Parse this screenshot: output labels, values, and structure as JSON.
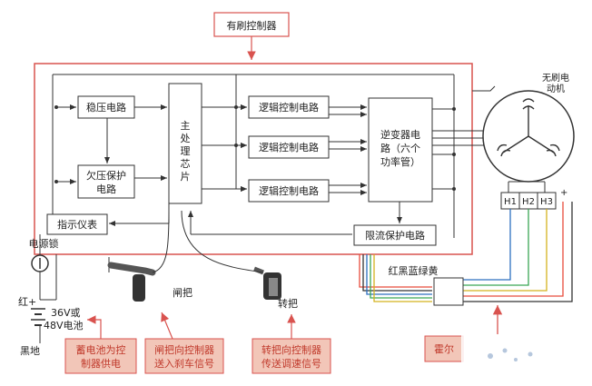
{
  "title": "有刷控制器",
  "blocks": {
    "regulator": "稳压电路",
    "undervoltage_line1": "欠压保护",
    "undervoltage_line2": "电路",
    "main_chip_chars": [
      "主",
      "处",
      "理",
      "芯",
      "片"
    ],
    "logic1": "逻辑控制电路",
    "logic2": "逻辑控制电路",
    "logic3": "逻辑控制电路",
    "inverter_line1": "逆变器电",
    "inverter_line2": "路（六个",
    "inverter_line3": "功率管）",
    "current_limit": "限流保护电路",
    "indicator": "指示仪表"
  },
  "motor": {
    "line1": "无刷电",
    "line2": "动机"
  },
  "hall": {
    "h1": "H1",
    "h2": "H2",
    "h3": "H3",
    "plus": "+"
  },
  "wire_colors_label": "红黑蓝绿黄",
  "power": {
    "lock": "电源锁",
    "red": "红+",
    "battery_line1": "36V或",
    "battery_line2": "48V电池",
    "ground": "黑地"
  },
  "handles": {
    "brake": "闸把",
    "throttle": "转把"
  },
  "annotations": {
    "battery_line1": "蓄电池为控",
    "battery_line2": "制器供电",
    "brake_line1": "闸把向控制器",
    "brake_line2": "送入刹车信号",
    "throttle_line1": "转把向控制器",
    "throttle_line2": "传送调速信号",
    "hall_partial": "霍尔"
  },
  "colors": {
    "border_red": "#d9534f",
    "line": "#333333",
    "annotation_box": "#f2c6b8",
    "wire_red": "#e74c3c",
    "wire_blue": "#2c6fbf",
    "wire_green": "#3aa655",
    "wire_yellow": "#d4b21f"
  }
}
